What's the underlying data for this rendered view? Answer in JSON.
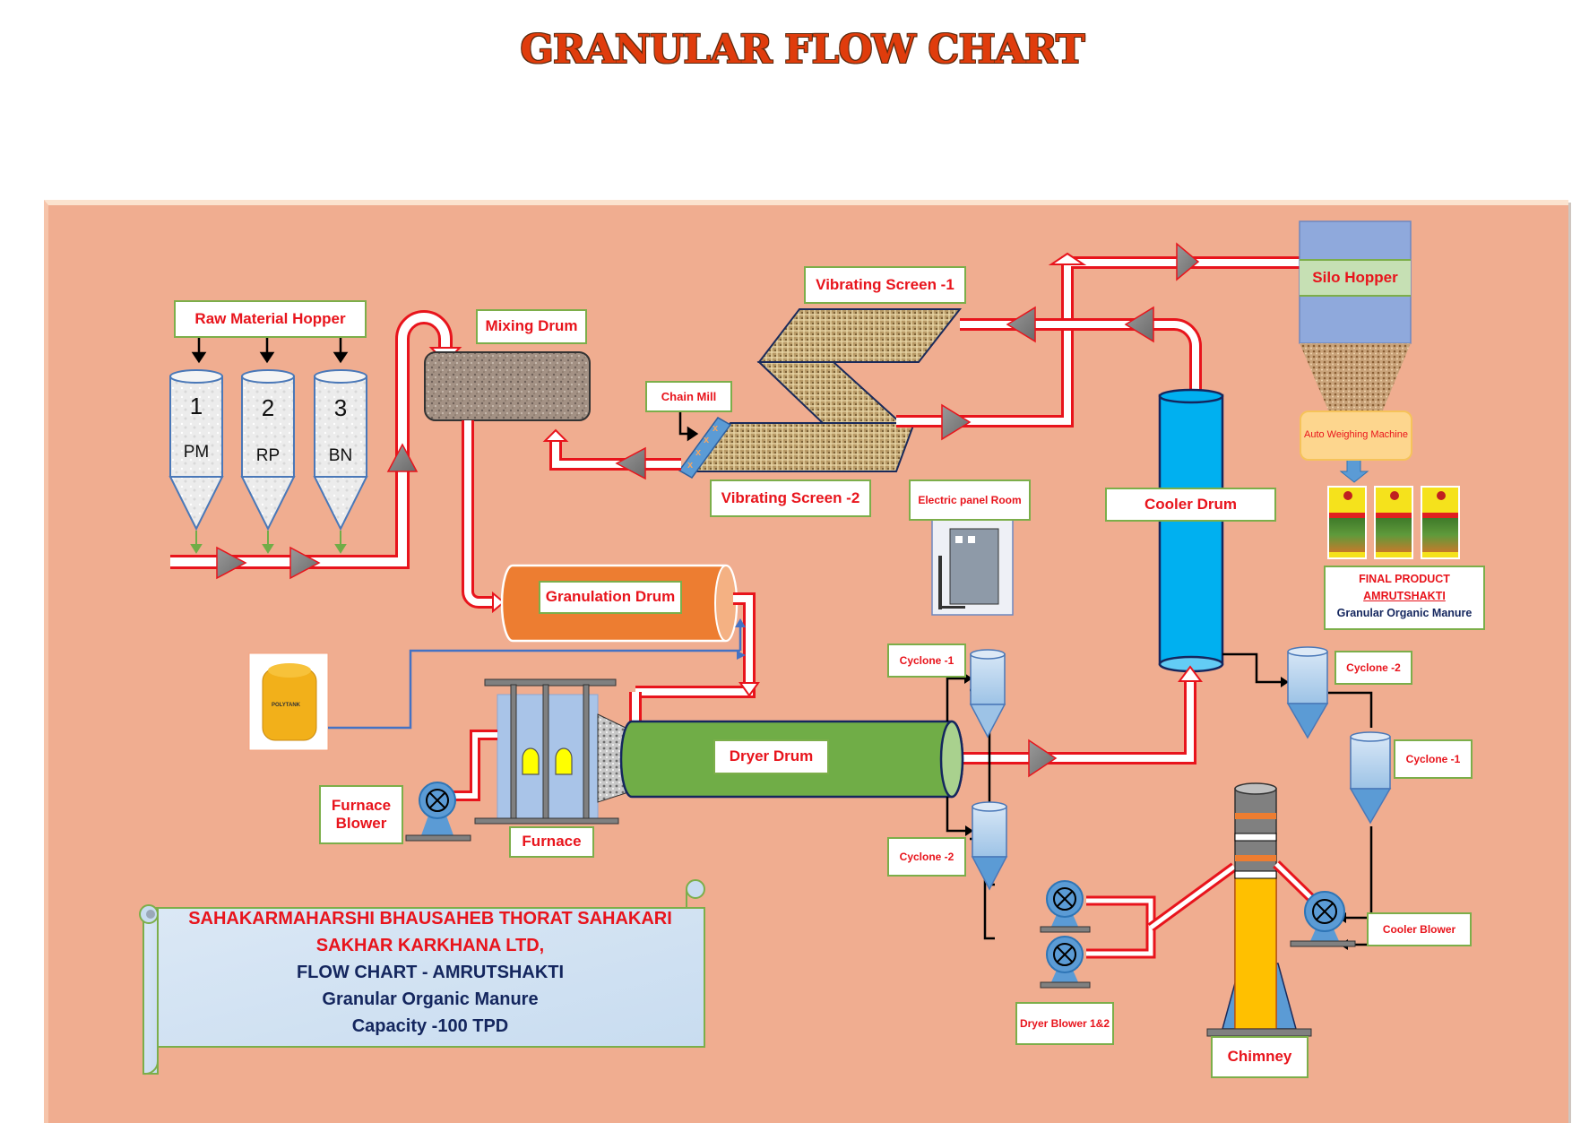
{
  "title": "GRANULAR FLOW CHART",
  "colors": {
    "panel": "#f0ad90",
    "pipe_outline": "#e8141c",
    "label_border": "#7cae4a",
    "label_text": "#e8141c",
    "cooler_drum": "#00b0f0",
    "granulation_drum": "#ed7d31",
    "dryer_drum": "#70ad47",
    "cyclone": "#9dc3e6",
    "blower": "#5b9bd5",
    "chimney": "#ffc000"
  },
  "labels": {
    "raw_material_hopper": "Raw Material Hopper",
    "mixing_drum": "Mixing Drum",
    "chain_mill": "Chain Mill",
    "vibrating_screen_1": "Vibrating Screen -1",
    "vibrating_screen_2": "Vibrating Screen -2",
    "electric_panel": "Electric panel Room",
    "silo_hopper": "Silo Hopper",
    "auto_weighing": "Auto Weighing Machine",
    "cooler_drum": "Cooler Drum",
    "granulation_drum": "Granulation Drum",
    "dryer_drum": "Dryer Drum",
    "furnace": "Furnace",
    "furnace_blower": "Furnace Blower",
    "cyclone_1_left": "Cyclone -1",
    "cyclone_2_left": "Cyclone -2",
    "cyclone_2_right": "Cyclone -2",
    "cyclone_1_right": "Cyclone -1",
    "dryer_blower": "Dryer Blower 1&2",
    "chimney": "Chimney",
    "cooler_blower": "Cooler Blower"
  },
  "hoppers": [
    {
      "number": "1",
      "code": "PM"
    },
    {
      "number": "2",
      "code": "RP"
    },
    {
      "number": "3",
      "code": "BN"
    }
  ],
  "water_tank": {
    "brand": "POLYTANK"
  },
  "final_product": {
    "line1": "FINAL PRODUCT",
    "line2": "AMRUTSHAKTI",
    "line3": "Granular Organic Manure"
  },
  "scroll": {
    "line1": "SAHAKARMAHARSHI BHAUSAHEB THORAT SAHAKARI",
    "line2": "SAKHAR KARKHANA LTD,",
    "line3": "FLOW CHART - AMRUTSHAKTI",
    "line4": "Granular Organic Manure",
    "line5": "Capacity -100 TPD"
  }
}
